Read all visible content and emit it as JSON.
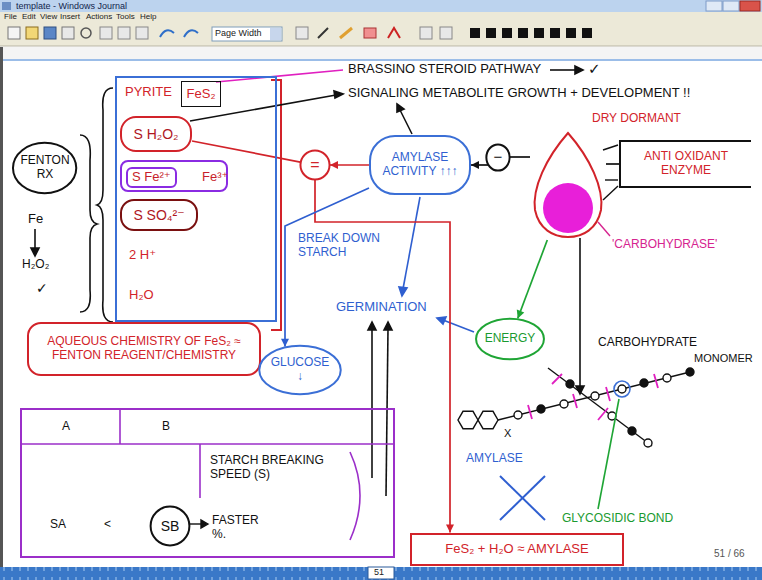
{
  "diagram": {
    "nodes": [
      {
        "text": [
          "FENTON RX"
        ]
      },
      {
        "text": [
          "PYRITE",
          "2 H⁺",
          "H₂O"
        ]
      },
      {
        "text": [
          "FeS₂"
        ],
        "in": 1
      },
      {
        "text": [
          "S H₂O₂"
        ],
        "in": 1
      },
      {
        "text": [
          "S Fe²⁺",
          "Fe³⁺"
        ],
        "in": 1
      },
      {
        "text": [
          "S SO₄²⁻"
        ],
        "in": 1
      },
      {
        "text": [
          "AQUEOUS CHEMISTRY OF FeS₂ ≈ FENTON REAGENT/CHEMISTRY"
        ]
      },
      {
        "text": [
          "="
        ]
      },
      {
        "text": [
          "AMYLASE ACTIVITY ↑↑↑"
        ]
      },
      {
        "text": [
          "−"
        ]
      },
      {
        "text": [
          "DRY DORMANT"
        ]
      },
      {
        "text": [
          "ANTI OXIDANT ENZYME"
        ]
      },
      {
        "text": [
          "GLUCOSE",
          "↓"
        ]
      },
      {
        "text": [
          "ENERGY"
        ]
      },
      {
        "text": [
          "A",
          "B",
          "STARCH BREAKING SPEED (S)",
          "SA",
          "<",
          "FASTER %."
        ]
      },
      {
        "text": [
          "SB"
        ],
        "in": 14
      },
      {
        "text": [
          "FeS₂ + H₂O ≈ AMYLASE"
        ]
      }
    ],
    "edges": [
      {
        "from": 3,
        "to": 7,
        "arrow": "none"
      },
      {
        "from": 8,
        "to": 7,
        "arrow": "to"
      },
      {
        "from": 7,
        "to": 16,
        "arrow": "to"
      },
      {
        "from": 9,
        "to": 8,
        "arrow": "to"
      },
      {
        "from": 10,
        "to": 9,
        "arrow": "none"
      },
      {
        "from": 10,
        "to": 11,
        "arrow": "none"
      },
      {
        "from": 10,
        "to": 13,
        "arrow": "to"
      },
      {
        "from": 8,
        "to": 12,
        "arrow": "to"
      }
    ],
    "labels": [
      "template - Windows Journal",
      "File",
      "Edit",
      "View",
      "Insert",
      "Actions",
      "Tools",
      "Help",
      "Page Width",
      "Fe",
      "H₂O₂",
      "✓",
      "BRASSINO STEROID PATHWAY",
      "✓",
      "SIGNALING METABOLITE GROWTH + DEVELOPMENT !!",
      "BREAK DOWN STARCH",
      "GERMINATION",
      "'CARBOHYDRASE'",
      "CARBOHYDRATE",
      "MONOMER",
      "X",
      "AMYLASE",
      "GLYCOSIDIC BOND",
      "51 / 66",
      "51"
    ]
  }
}
